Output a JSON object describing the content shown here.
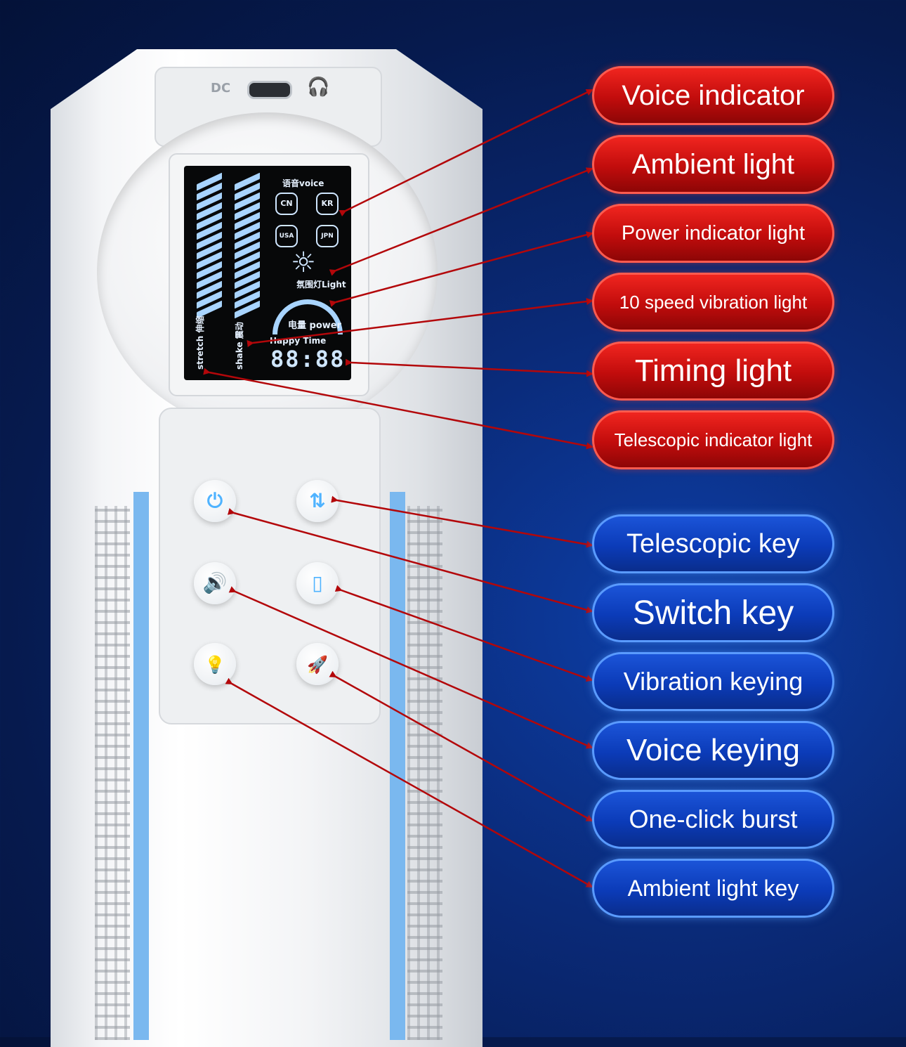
{
  "device": {
    "port_label": "DC",
    "lcd": {
      "voice_title": "语音voice",
      "languages": [
        "CN",
        "KR",
        "USA",
        "JPN"
      ],
      "light_label": "氛围灯Light",
      "power_label": "电量 power",
      "stretch_label": "stretch 伸缩",
      "shake_label": "shake 震动",
      "happy_time": "Happy Time",
      "timer": "88:88"
    },
    "keys": [
      {
        "icon": "power-icon",
        "glyph": "⏻"
      },
      {
        "icon": "telescopic-icon",
        "glyph": "⇅"
      },
      {
        "icon": "speaker-icon",
        "glyph": "🔊"
      },
      {
        "icon": "vibration-icon",
        "glyph": "▯"
      },
      {
        "icon": "bulb-icon",
        "glyph": "💡"
      },
      {
        "icon": "rocket-icon",
        "glyph": "🚀"
      }
    ]
  },
  "callouts": {
    "indicators": [
      {
        "text": "Voice indicator"
      },
      {
        "text": "Ambient light"
      },
      {
        "text": "Power indicator light"
      },
      {
        "text": "10 speed vibration light"
      },
      {
        "text": "Timing light"
      },
      {
        "text": "Telescopic indicator light"
      }
    ],
    "keys": [
      {
        "text": "Telescopic key"
      },
      {
        "text": "Switch key"
      },
      {
        "text": "Vibration keying"
      },
      {
        "text": "Voice keying"
      },
      {
        "text": "One-click burst"
      },
      {
        "text": "Ambient light key"
      }
    ]
  },
  "colors": {
    "indicator_label": "#c80f0f",
    "key_label": "#0b3bb8",
    "arrow": "#b3070a",
    "lcd_glow": "#a8d4ff"
  }
}
